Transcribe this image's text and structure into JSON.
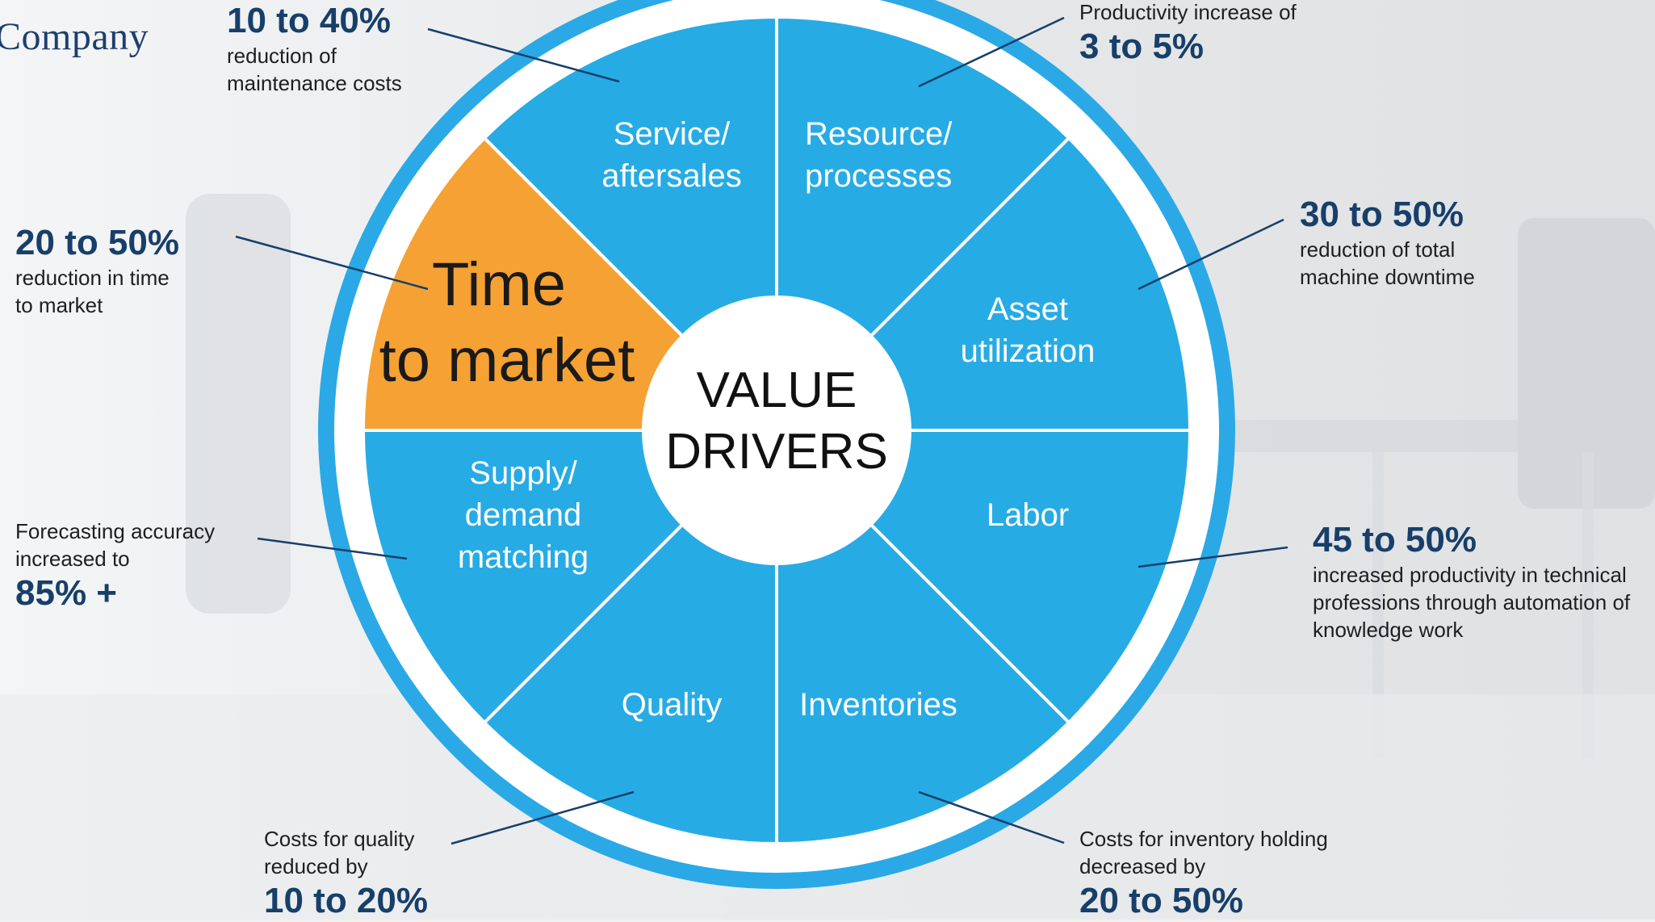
{
  "brand": {
    "logo_text": "Company"
  },
  "wheel": {
    "center_line1": "VALUE",
    "center_line2": "DRIVERS",
    "colors": {
      "ring": "#2aa9e6",
      "segment": "#27abe5",
      "highlight": "#f5a133",
      "center": "#ffffff"
    },
    "segments": [
      {
        "id": "service",
        "line1": "Service/",
        "line2": "aftersales",
        "highlighted": false
      },
      {
        "id": "resource",
        "line1": "Resource/",
        "line2": "processes",
        "highlighted": false
      },
      {
        "id": "asset",
        "line1": "Asset",
        "line2": "utilization",
        "highlighted": false
      },
      {
        "id": "labor",
        "line1": "Labor",
        "line2": "",
        "highlighted": false
      },
      {
        "id": "inventories",
        "line1": "Inventories",
        "line2": "",
        "highlighted": false
      },
      {
        "id": "quality",
        "line1": "Quality",
        "line2": "",
        "highlighted": false
      },
      {
        "id": "supply",
        "line1": "Supply/",
        "line2": "demand",
        "line3": "matching",
        "highlighted": false
      },
      {
        "id": "ttm",
        "line1": "Time",
        "line2": "to market",
        "highlighted": true
      }
    ]
  },
  "annotations": {
    "service": {
      "pct": "10 to 40%",
      "text1": "reduction of",
      "text2": "maintenance costs"
    },
    "resource": {
      "pre": "Productivity increase of",
      "pct": "3 to 5%"
    },
    "asset": {
      "pct": "30 to 50%",
      "text1": "reduction of total",
      "text2": "machine downtime"
    },
    "ttm": {
      "pct": "20 to 50%",
      "text1": "reduction in time",
      "text2": "to market"
    },
    "supply": {
      "text1": "Forecasting accuracy",
      "text2": "increased to",
      "pct": "85% +"
    },
    "labor": {
      "pct": "45 to 50%",
      "text1": "increased productivity in technical",
      "text2": "professions through automation of",
      "text3": "knowledge work"
    },
    "quality": {
      "text1": "Costs for quality",
      "text2": "reduced by",
      "pct": "10 to 20%"
    },
    "inventories": {
      "text1": "Costs for inventory holding",
      "text2": "decreased by",
      "pct": "20 to 50%"
    }
  }
}
